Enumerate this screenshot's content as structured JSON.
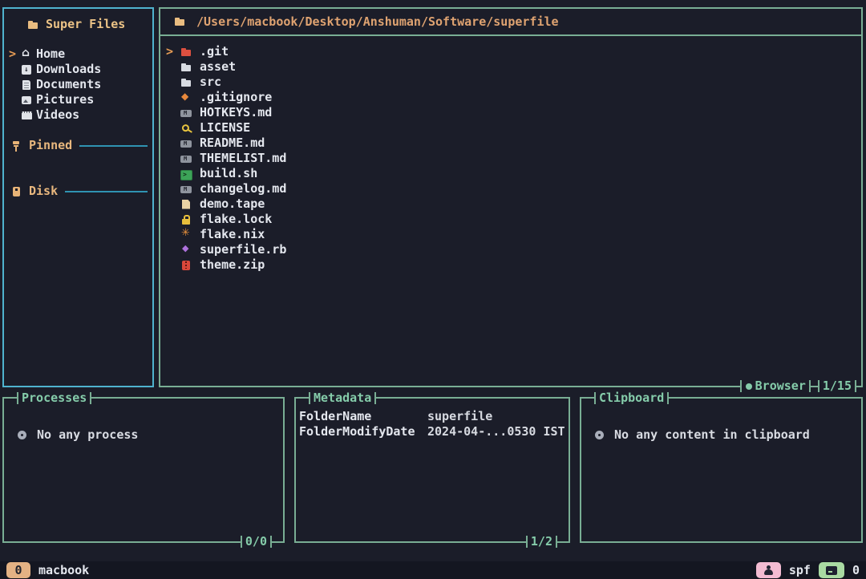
{
  "colors": {
    "background": "#1b1d29",
    "statusbar_background": "#141621",
    "sidebar_border": "#4fb3ce",
    "panel_border": "#79ae94",
    "panel_label": "#85ccaa",
    "title_tan": "#ecc386",
    "path_orange": "#dfa371",
    "cursor_orange": "#e59b54",
    "text": "#e4e7ee",
    "badge_tan": "#e4b284",
    "badge_pink": "#f3bbd2",
    "badge_green": "#a9daa2"
  },
  "sidebar": {
    "title": "Super Files",
    "pinned_label": "Pinned",
    "disk_label": "Disk",
    "items": [
      {
        "label": "Home",
        "icon": "home",
        "active": true
      },
      {
        "label": "Downloads",
        "icon": "download",
        "active": false
      },
      {
        "label": "Documents",
        "icon": "document",
        "active": false
      },
      {
        "label": "Pictures",
        "icon": "picture",
        "active": false
      },
      {
        "label": "Videos",
        "icon": "video",
        "active": false
      }
    ]
  },
  "file_panel": {
    "path": "/Users/macbook/Desktop/Anshuman/Software/superfile",
    "mode_label": "Browser",
    "counter": "1/15",
    "files": [
      {
        "name": ".git",
        "icon": "folder-git",
        "active": true
      },
      {
        "name": "asset",
        "icon": "folder",
        "active": false
      },
      {
        "name": "src",
        "icon": "folder",
        "active": false
      },
      {
        "name": ".gitignore",
        "icon": "diamond",
        "active": false
      },
      {
        "name": "HOTKEYS.md",
        "icon": "md",
        "active": false
      },
      {
        "name": "LICENSE",
        "icon": "key",
        "active": false
      },
      {
        "name": "README.md",
        "icon": "md",
        "active": false
      },
      {
        "name": "THEMELIST.md",
        "icon": "md",
        "active": false
      },
      {
        "name": "build.sh",
        "icon": "console",
        "active": false
      },
      {
        "name": "changelog.md",
        "icon": "md",
        "active": false
      },
      {
        "name": "demo.tape",
        "icon": "file",
        "active": false
      },
      {
        "name": "flake.lock",
        "icon": "lock",
        "active": false
      },
      {
        "name": "flake.nix",
        "icon": "nix",
        "active": false
      },
      {
        "name": "superfile.rb",
        "icon": "gem",
        "active": false
      },
      {
        "name": "theme.zip",
        "icon": "zip",
        "active": false
      }
    ]
  },
  "processes": {
    "title": "Processes",
    "empty_text": "No any process",
    "counter": "0/0"
  },
  "metadata": {
    "title": "Metadata",
    "counter": "1/2",
    "rows": [
      {
        "key": "FolderName",
        "value": "superfile"
      },
      {
        "key": "FolderModifyDate",
        "value": "2024-04-...0530 IST"
      }
    ]
  },
  "clipboard": {
    "title": "Clipboard",
    "empty_text": "No any content in clipboard"
  },
  "statusbar": {
    "left_badge": "0",
    "hostname": "macbook",
    "session_label": "spf",
    "window_index": "0"
  }
}
